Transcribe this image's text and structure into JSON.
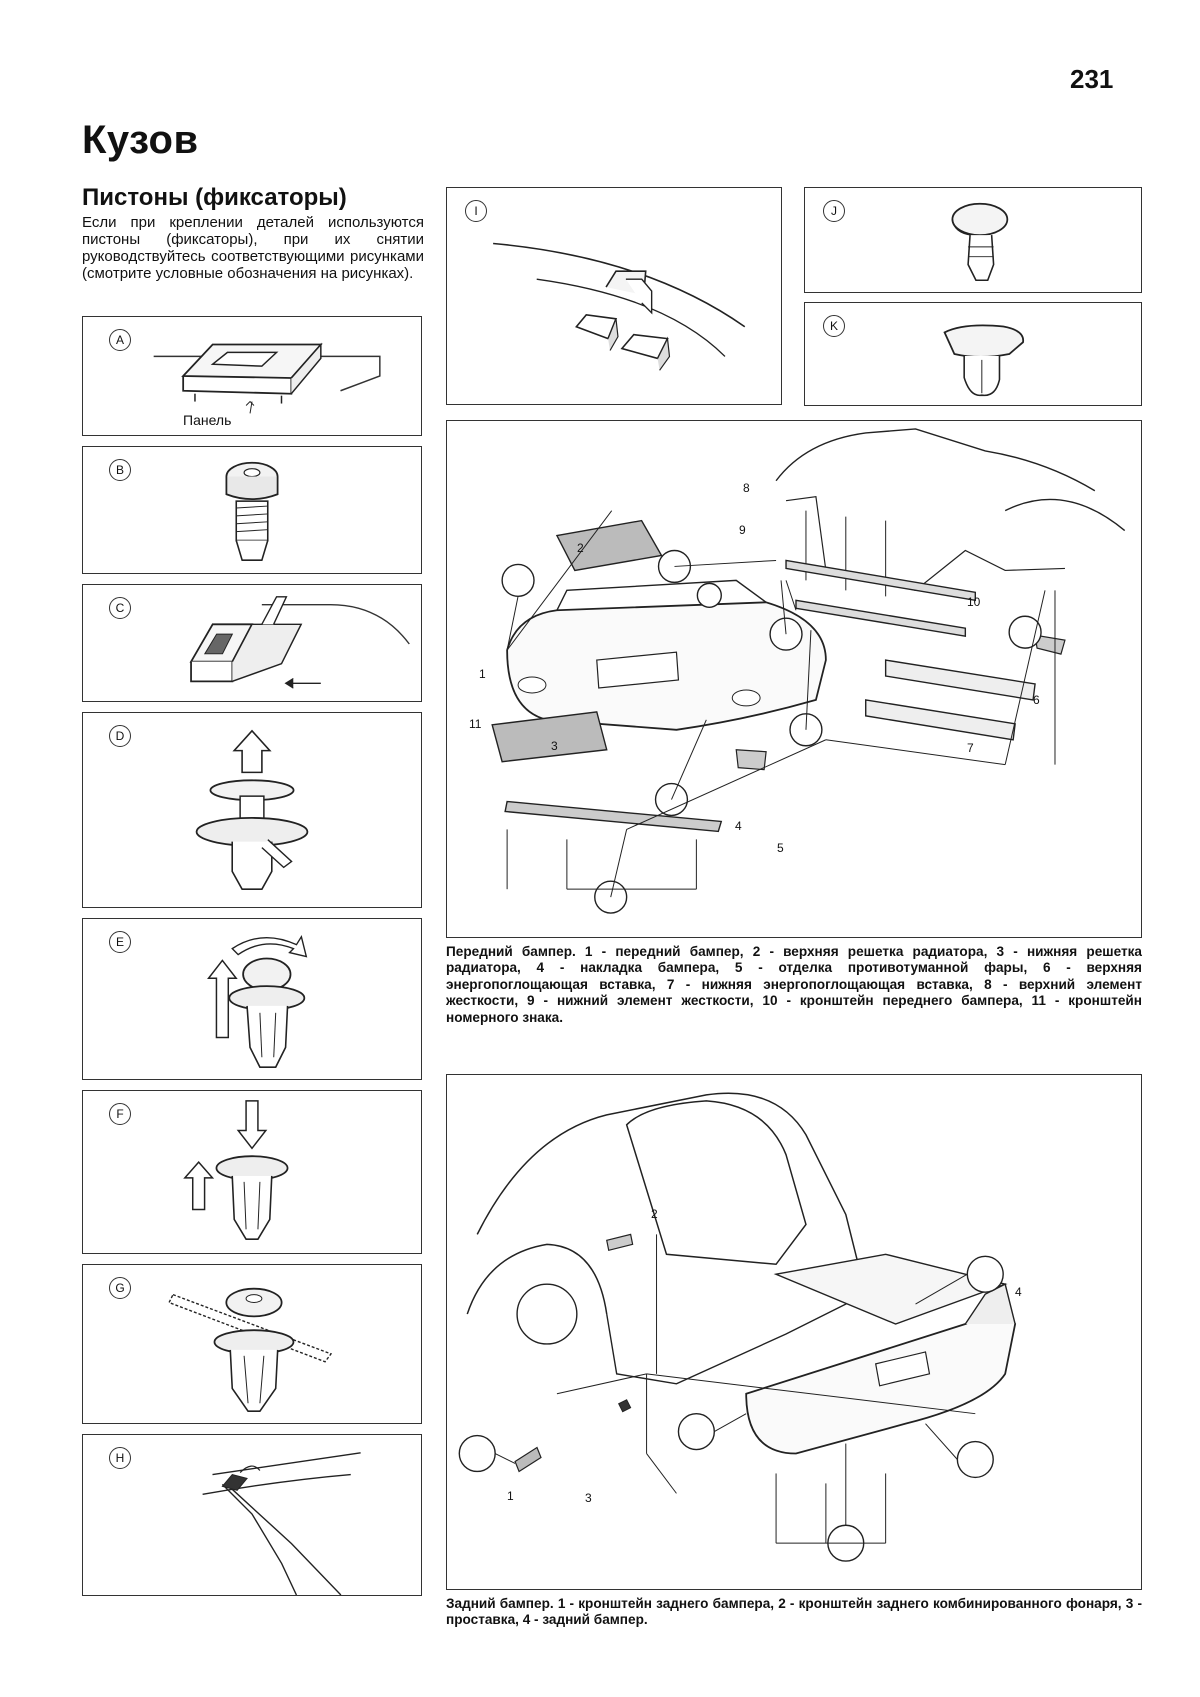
{
  "page_number": "231",
  "chapter_title": "Кузов",
  "section_title": "Пистоны (фиксаторы)",
  "intro_text": "Если при креплении деталей используются пистоны (фиксаторы), при их снятии руководствуйтесь соответствующими рисунками (смотрите условные обозначения на рисунках).",
  "panels": {
    "A": {
      "label": "A",
      "caption": "Панель"
    },
    "B": {
      "label": "B"
    },
    "C": {
      "label": "C"
    },
    "D": {
      "label": "D"
    },
    "E": {
      "label": "E"
    },
    "F": {
      "label": "F"
    },
    "G": {
      "label": "G"
    },
    "H": {
      "label": "H"
    },
    "I": {
      "label": "I"
    },
    "J": {
      "label": "J"
    },
    "K": {
      "label": "K"
    }
  },
  "front_bumper": {
    "numbers": [
      "1",
      "2",
      "3",
      "4",
      "5",
      "6",
      "7",
      "8",
      "9",
      "10",
      "11"
    ],
    "caption": "Передний бампер. 1 - передний бампер, 2 - верхняя решетка радиатора, 3 - нижняя решетка радиатора, 4 - накладка бампера, 5 - отделка противотуманной фары, 6 - верхняя энергопоглощающая вставка, 7 - нижняя энергопоглощающая вставка, 8 - верхний элемент жесткости, 9 - нижний элемент жесткости, 10 - кронштейн переднего бампера, 11 - кронштейн номерного знака."
  },
  "rear_bumper": {
    "numbers": [
      "1",
      "2",
      "3",
      "4"
    ],
    "caption": "Задний бампер. 1 - кронштейн заднего бампера, 2 - кронштейн заднего комбинированного фонаря, 3 - проставка, 4 - задний бампер."
  }
}
